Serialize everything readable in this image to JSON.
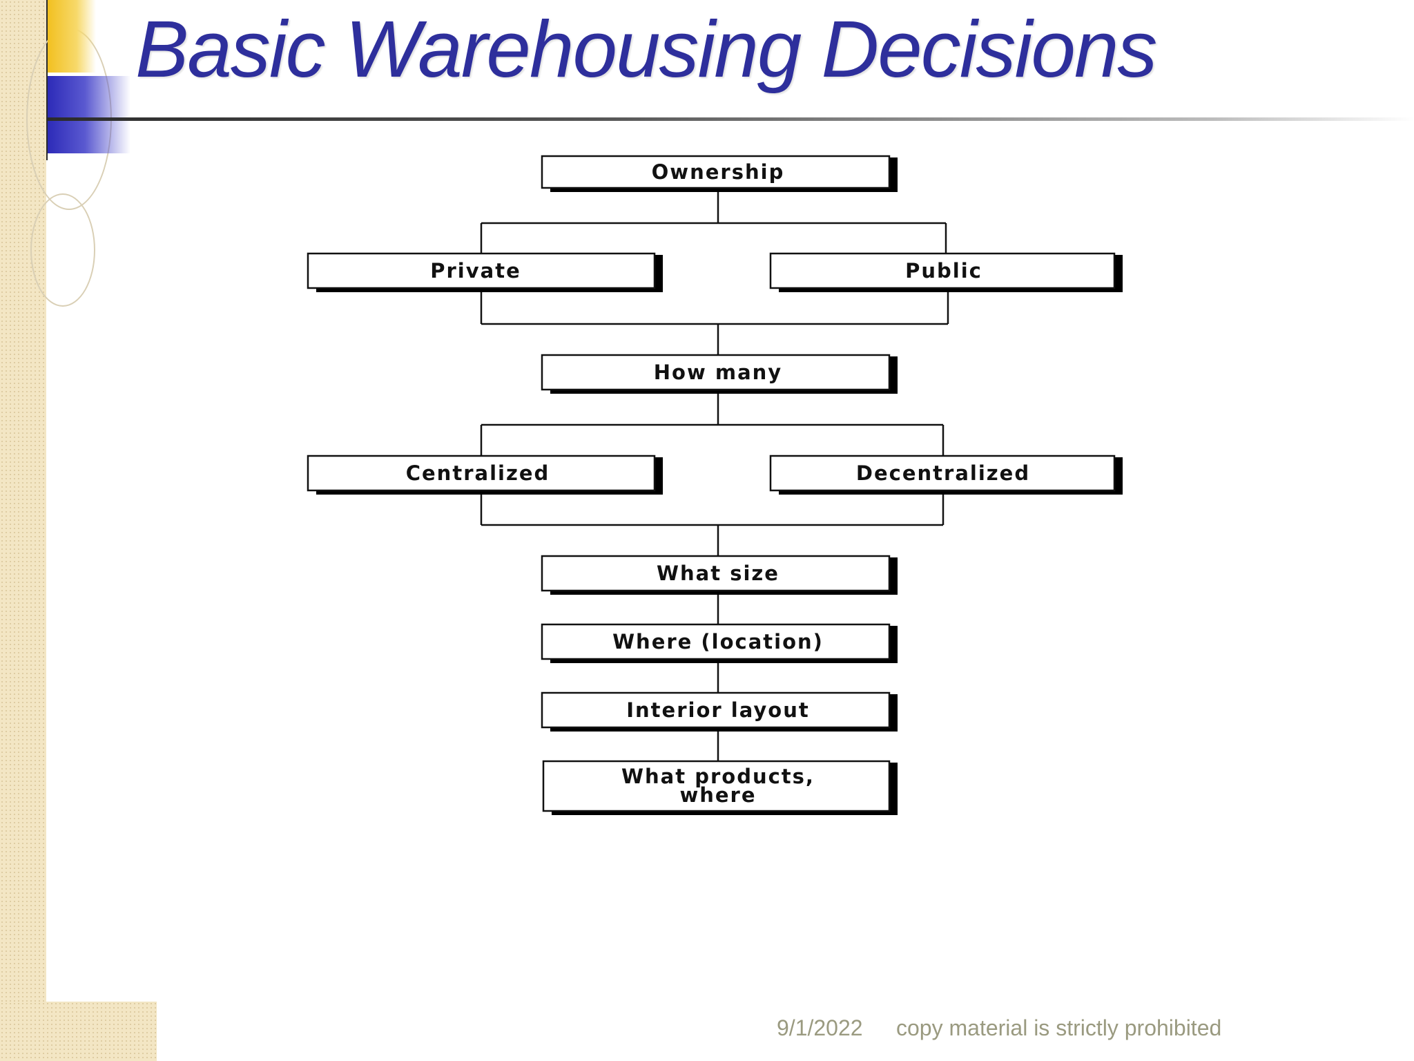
{
  "slide": {
    "title": "Basic Warehousing Decisions",
    "footer_date": "9/1/2022",
    "footer_note": "copy material is strictly prohibited"
  },
  "diagram": {
    "nodes": [
      {
        "id": "ownership",
        "lines": [
          "Ownership"
        ]
      },
      {
        "id": "private",
        "lines": [
          "Private"
        ]
      },
      {
        "id": "public",
        "lines": [
          "Public"
        ]
      },
      {
        "id": "how-many",
        "lines": [
          "How many"
        ]
      },
      {
        "id": "centralized",
        "lines": [
          "Centralized"
        ]
      },
      {
        "id": "decentralized",
        "lines": [
          "Decentralized"
        ]
      },
      {
        "id": "what-size",
        "lines": [
          "What size"
        ]
      },
      {
        "id": "where-location",
        "lines": [
          "Where (location)"
        ]
      },
      {
        "id": "interior-layout",
        "lines": [
          "Interior layout"
        ]
      },
      {
        "id": "what-products-where",
        "lines": [
          "What products,",
          "where"
        ]
      }
    ],
    "edges": [
      [
        "ownership",
        "private"
      ],
      [
        "ownership",
        "public"
      ],
      [
        "private",
        "how-many"
      ],
      [
        "public",
        "how-many"
      ],
      [
        "how-many",
        "centralized"
      ],
      [
        "how-many",
        "decentralized"
      ],
      [
        "centralized",
        "what-size"
      ],
      [
        "decentralized",
        "what-size"
      ],
      [
        "what-size",
        "where-location"
      ],
      [
        "where-location",
        "interior-layout"
      ],
      [
        "interior-layout",
        "what-products-where"
      ]
    ]
  }
}
